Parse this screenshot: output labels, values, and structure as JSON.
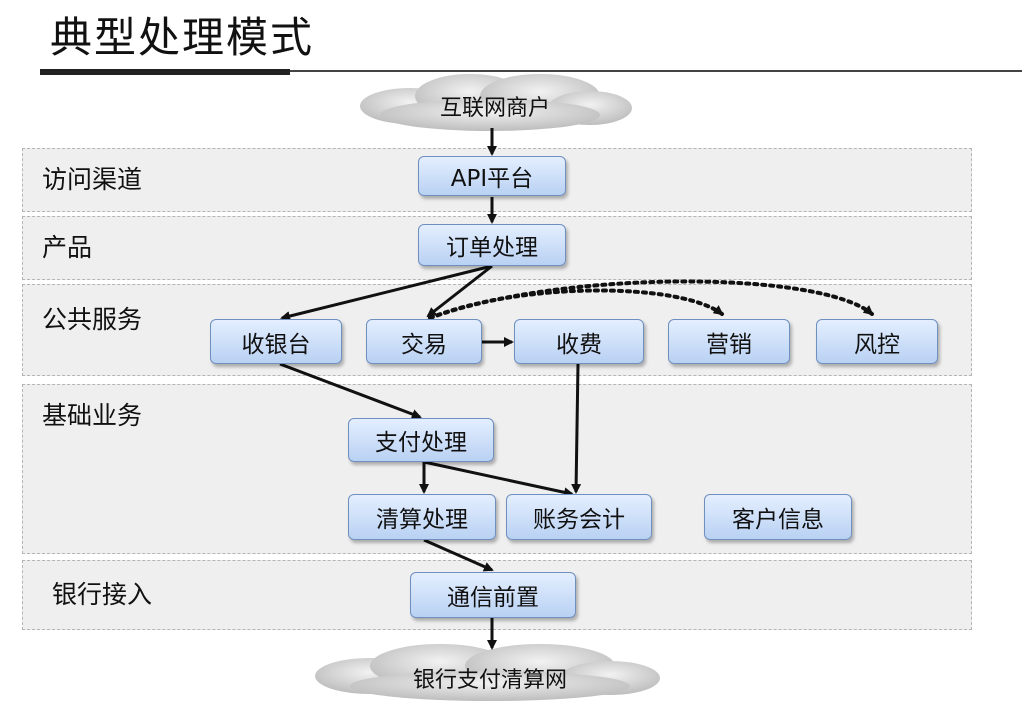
{
  "title": "典型处理模式",
  "clouds": {
    "top": "互联网商户",
    "bottom": "银行支付清算网"
  },
  "layers": [
    {
      "name": "访问渠道"
    },
    {
      "name": "产品"
    },
    {
      "name": "公共服务"
    },
    {
      "name": "基础业务"
    },
    {
      "name": "银行接入"
    }
  ],
  "nodes": {
    "api": "API平台",
    "order": "订单处理",
    "cashier": "收银台",
    "trade": "交易",
    "fee": "收费",
    "marketing": "营销",
    "risk": "风控",
    "payment": "支付处理",
    "clearing": "清算处理",
    "accounting": "账务会计",
    "customer": "客户信息",
    "gateway": "通信前置"
  },
  "colors": {
    "node_fill_top": "#e4efff",
    "node_fill_bottom": "#b9d1f3",
    "node_border": "#6f8fbf",
    "band_fill": "#efefef",
    "arrow": "#111111"
  }
}
